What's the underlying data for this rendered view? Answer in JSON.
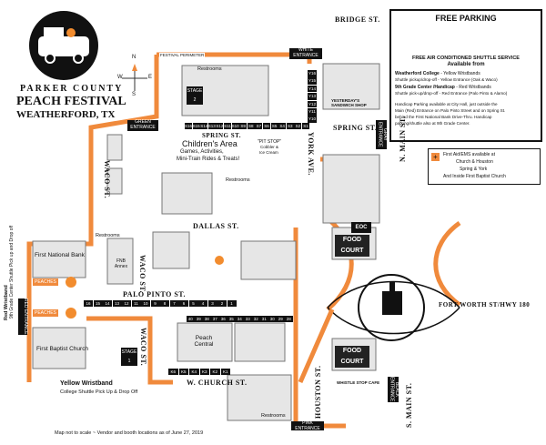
{
  "header": {
    "county": "PARKER COUNTY",
    "festival": "PEACH FESTIVAL",
    "city": "WEATHERFORD, TX"
  },
  "compass": {
    "n": "N",
    "s": "S",
    "e": "E",
    "w": "W"
  },
  "parking_panel": {
    "title": "FREE PARKING",
    "shuttle_title": "FREE AIR CONDITIONED SHUTTLE SERVICE",
    "available_from": "Available from",
    "weatherford_college": "Weatherford College",
    "wc_wristbands": " - Yellow Wristbands",
    "wc_pickup": "Shuttle pickup/drop-off - Yellow Entrance (Oak & Waco)",
    "ninth_grade": "9th Grade Center /Handicap",
    "ninth_wristbands": " - Red Wristbands",
    "ninth_pickup": "Shuttle pick-up/drop-off - Red Entrance (Palo Pinto & Alamo)",
    "handicap_1": "Handicap Parking available at City Hall, just outside the",
    "handicap_2": "Main (Red) Entrance on Palo Pinto Street and on Spring St.",
    "handicap_3": "behind the First National Bank Drive-Thru. Handicap",
    "handicap_4": "parking/shuttle also at 9th Grade Center."
  },
  "first_aid": {
    "line1": "First Aid/EMS available at",
    "line2": "Church & Houston",
    "line3": "Spring & York",
    "line4": "And Inside First Baptist Church"
  },
  "streets": {
    "bridge": "BRIDGE ST.",
    "spring_top": "SPRING ST.",
    "spring_right": "SPRING ST.",
    "waco_top": "WACO ST.",
    "waco_mid": "WACO ST.",
    "waco_bottom": "WACO ST.",
    "york": "YORK AVE.",
    "n_main": "N. MAIN ST.",
    "s_main": "S. MAIN ST.",
    "dallas": "DALLAS ST.",
    "palo_pinto": "PALO PINTO ST.",
    "church": "W. CHURCH ST.",
    "houston": "HOUSTON ST.",
    "fort_worth": "FORT WORTH ST/HWY 180"
  },
  "entrances": {
    "festival_perimeter": "FESTIVAL PERIMETER",
    "white": "WHITE ENTRANCE",
    "green": "GREEN ENTRANCE",
    "gray": "GRAY ENTRANCE",
    "red_scrn": "RED ENTRANCE",
    "pink": "PINK ENTRANCE",
    "black": "BLACK ENTRANCE"
  },
  "places": {
    "restrooms_top": "Restrooms",
    "restrooms_mid": "Restrooms",
    "restrooms_left": "Restrooms",
    "restrooms_bottom": "Restrooms",
    "stage2": "STAGE 2",
    "stage1": "STAGE 1",
    "childrens_area": "Children's Area",
    "childrens_sub1": "Games, Activities,",
    "childrens_sub2": "Mini-Train Rides & Treats!",
    "pit_stop": "\"PIT STOP\"",
    "pit_stop_sub1": "Cobbler &",
    "pit_stop_sub2": "Ice Cream",
    "yesterdays": "YESTERDAY'S SANDWICH SHOP",
    "first_national": "First National Bank",
    "fnb_annex": "FNB Annex",
    "first_baptist": "First Baptist Church",
    "peach_central": "Peach Central",
    "peaches_1": "PEACHES",
    "peaches_2": "PEACHES",
    "food_court_1": "FOOD COURT",
    "food_court_2": "FOOD COURT",
    "eoc": "EOC",
    "whistle_stop": "WHISTLE STOP CAFE",
    "yellow_wristband": "Yellow Wristband",
    "yellow_sub": "College Shuttle Pick Up & Drop Off",
    "red_wristband_side": "Red Wristband",
    "red_wristband_sub": "9th Grade Center Shuttle Pick up and Drop off",
    "footer": "Map not to scale  ~  Vendor and booth locations as of June 27, 2019"
  },
  "booths": {
    "top_row": [
      "S16",
      "S15",
      "S14",
      "S13",
      "S12",
      "S11",
      "S10",
      "S9",
      "S8",
      "S7",
      "S6",
      "S5",
      "S4",
      "S3",
      "S2",
      "S1"
    ],
    "y_column": [
      "Y16",
      "Y15",
      "Y14",
      "Y13",
      "Y12",
      "Y11",
      "Y10"
    ],
    "palo_row": [
      "16",
      "15",
      "14",
      "13",
      "12",
      "11",
      "10",
      "9",
      "8",
      "7",
      "6",
      "5",
      "4",
      "3",
      "2",
      "1"
    ],
    "church_row": [
      "40",
      "39",
      "38",
      "37",
      "36",
      "35",
      "34",
      "33",
      "32",
      "31",
      "30",
      "29",
      "28"
    ],
    "k_row": [
      "K6",
      "K5",
      "K4",
      "K3",
      "K2",
      "K1"
    ]
  },
  "colors": {
    "perimeter": "#f08a3c",
    "block": "#e2e2e2",
    "label_bg": "#111111",
    "peach": "#f28c2e"
  }
}
